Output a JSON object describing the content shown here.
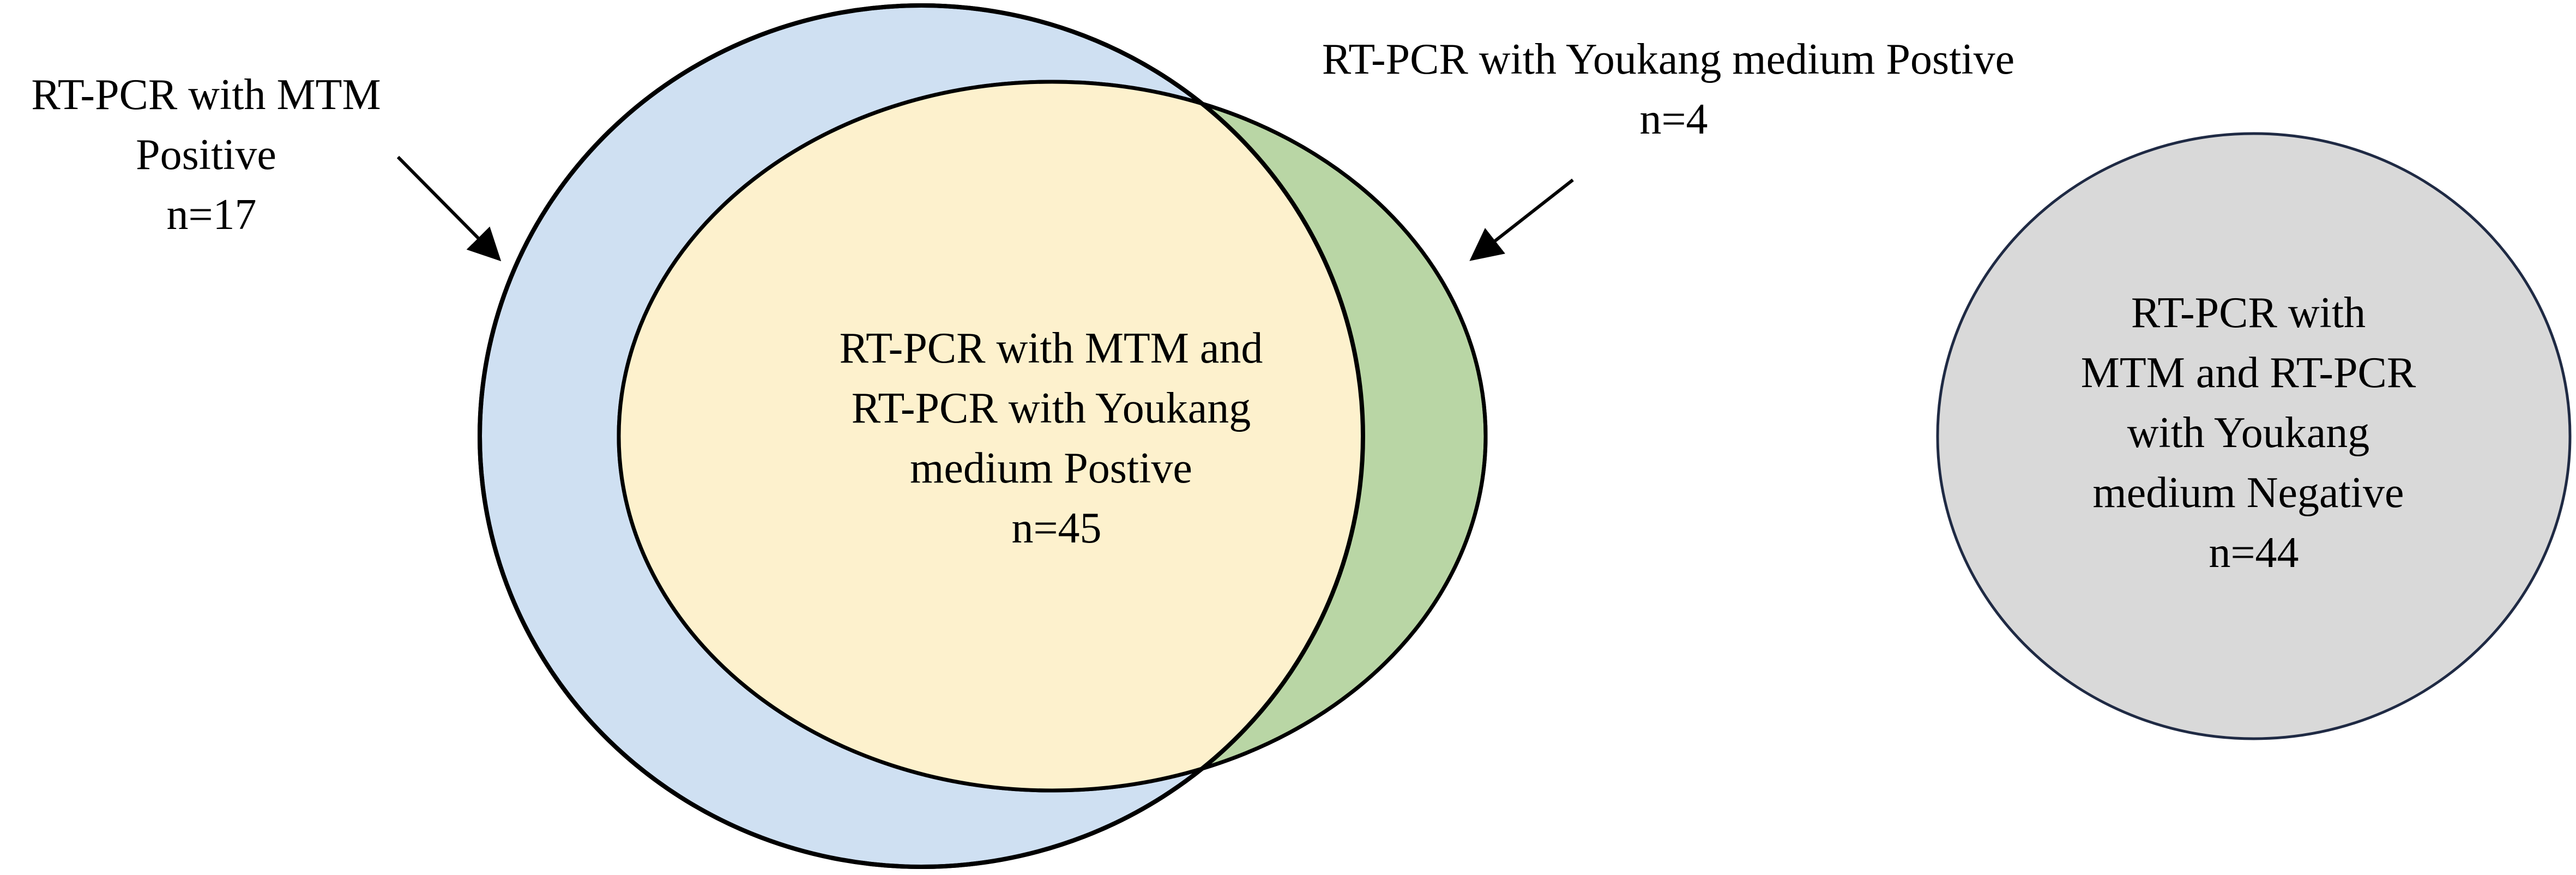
{
  "colors": {
    "mtm_fill": "#cfe0f2",
    "youkang_fill": "#b9d6a5",
    "overlap_fill": "#fdf1cd",
    "negative_fill": "#d9d9d9",
    "outline": "#000000",
    "negative_outline": "#1f2a44"
  },
  "labels": {
    "mtm_only": {
      "lines": [
        "RT-PCR with MTM",
        "Positive",
        "n=17"
      ]
    },
    "youkang_only": {
      "lines": [
        "RT-PCR with Youkang medium Postive",
        "n=4"
      ]
    },
    "both_positive": {
      "lines": [
        "RT-PCR with MTM and",
        "RT-PCR with Youkang",
        "medium Postive",
        "n=45"
      ]
    },
    "both_negative": {
      "lines": [
        "RT-PCR with",
        "MTM and RT-PCR",
        "with Youkang",
        "medium  Negative",
        "n=44"
      ]
    }
  },
  "counts": {
    "mtm_only": 17,
    "youkang_only": 4,
    "both_positive": 45,
    "both_negative": 44
  }
}
